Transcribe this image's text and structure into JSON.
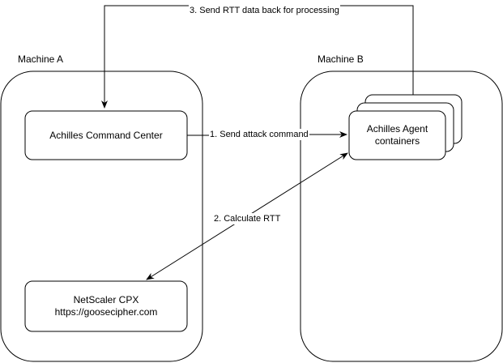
{
  "diagram": {
    "machine_a": {
      "title": "Machine A",
      "command_center": "Achilles Command Center",
      "cpx": {
        "line1": "NetScaler CPX",
        "line2": "https://goosecipher.com"
      }
    },
    "machine_b": {
      "title": "Machine B",
      "agents": {
        "line1": "Achilles Agent",
        "line2": "containers"
      }
    },
    "edges": {
      "step1": "1. Send attack command",
      "step2": "2. Calculate RTT",
      "step3": "3. Send RTT data back for processing"
    },
    "colors": {
      "stroke": "#000000",
      "fill": "#ffffff"
    }
  }
}
